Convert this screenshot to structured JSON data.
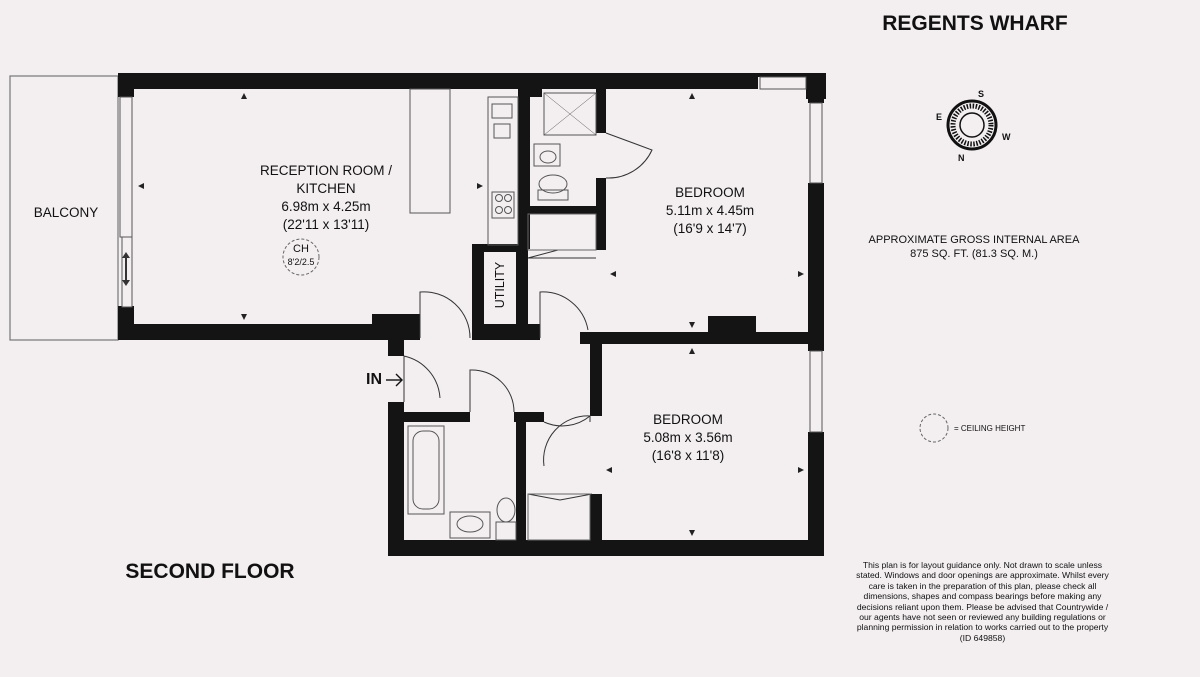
{
  "header": {
    "development_name": "REGENTS WHARF"
  },
  "floor_label": "SECOND FLOOR",
  "rooms": {
    "balcony": {
      "name": "BALCONY"
    },
    "reception": {
      "name_line1": "RECEPTION ROOM /",
      "name_line2": "KITCHEN",
      "metric": "6.98m x 4.25m",
      "imperial": "(22'11 x 13'11)"
    },
    "bedroom1": {
      "name": "BEDROOM",
      "metric": "5.11m x 4.45m",
      "imperial": "(16'9 x 14'7)"
    },
    "bedroom2": {
      "name": "BEDROOM",
      "metric": "5.08m x 3.56m",
      "imperial": "(16'8 x 11'8)"
    },
    "utility": {
      "name": "UTILITY"
    }
  },
  "ceiling_height_marker": {
    "label": "CH",
    "value": "8'2/2.5"
  },
  "entrance_label": "IN",
  "area": {
    "line1": "APPROXIMATE GROSS INTERNAL AREA",
    "line2": "875 SQ. FT. (81.3 SQ. M.)"
  },
  "legend": {
    "ceiling_height": "= CEILING HEIGHT"
  },
  "compass": {
    "s": "S",
    "e": "E",
    "w": "W",
    "n": "N"
  },
  "disclaimer": "This plan is for layout guidance only. Not drawn to scale unless stated. Windows and door openings are approximate. Whilst every care is taken in the preparation of this plan, please check all dimensions, shapes and compass bearings before making any decisions reliant upon them. Please be advised that Countrywide / our agents have not seen or reviewed any building regulations or planning permission in relation to works carried out to the property (ID 649858)",
  "colors": {
    "wall": "#141414",
    "background": "#f3eff0",
    "fixture": "#555555"
  }
}
